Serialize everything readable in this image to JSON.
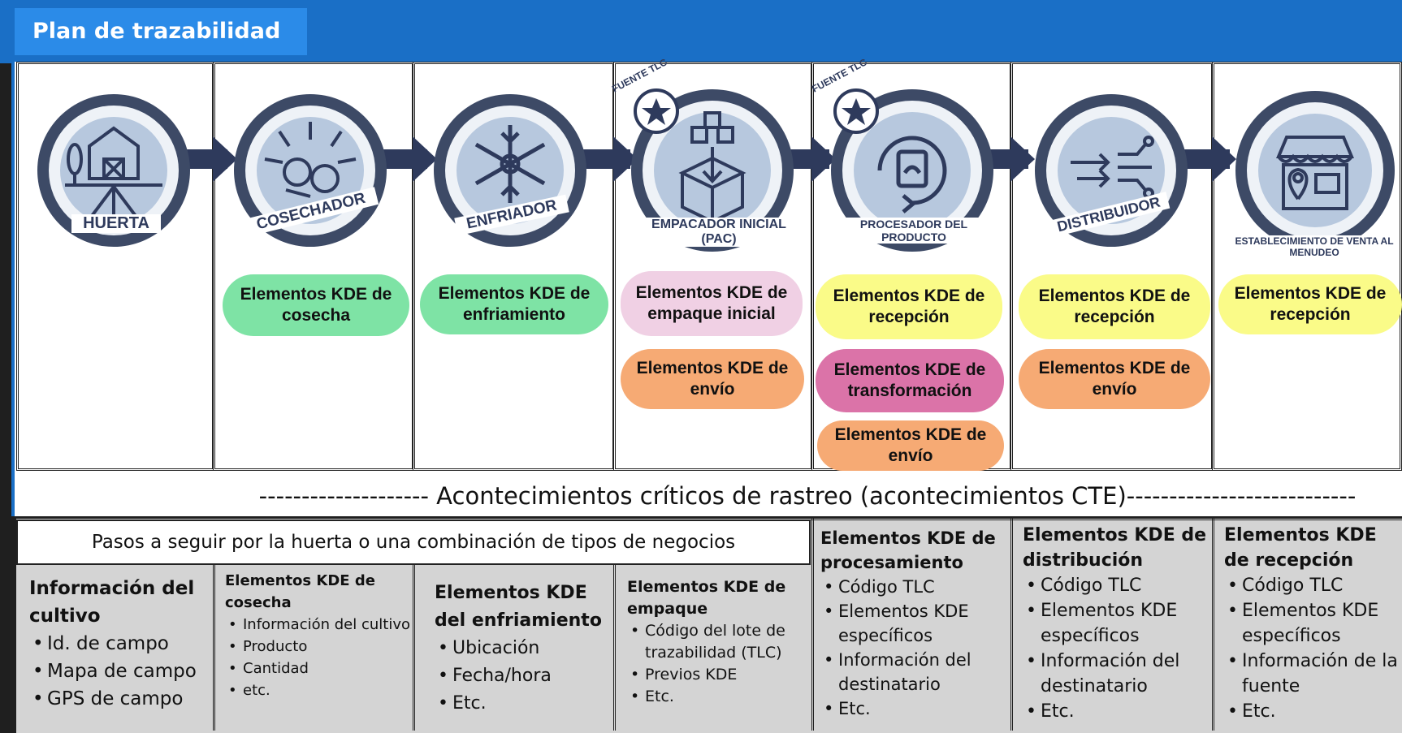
{
  "header": {
    "title": "Plan de trazabilidad"
  },
  "stages": [
    {
      "label": "HUERTA"
    },
    {
      "label": "COSECHADOR"
    },
    {
      "label": "ENFRIADOR"
    },
    {
      "label": "EMPACADOR INICIAL (PAC)",
      "badge": "FUENTE TLC"
    },
    {
      "label": "PROCESADOR DEL PRODUCTO",
      "badge": "FUENTE TLC"
    },
    {
      "label": "DISTRIBUIDOR"
    },
    {
      "label": "ESTABLECIMIENTO DE VENTA AL MENUDEO"
    }
  ],
  "kde_pills": {
    "cosecha": "Elementos KDE de cosecha",
    "enfriamiento": "Elementos KDE de enfriamiento",
    "empaque_inicial": "Elementos KDE de empaque inicial",
    "envio": "Elementos KDE de envío",
    "recepcion": "Elementos KDE de recepción",
    "transformacion": "Elementos KDE de transformación"
  },
  "cte_label": "-------------------- Acontecimientos críticos de rastreo (acontecimientos CTE)---------------------------",
  "steps_label": "Pasos a seguir por la huerta o una combinación de tipos de negocios",
  "details": [
    {
      "title": "Información del cultivo",
      "items": [
        "Id. de campo",
        "Mapa de campo",
        "GPS de campo"
      ]
    },
    {
      "title": "Elementos KDE de cosecha",
      "items": [
        "Información del cultivo",
        "Producto",
        "Cantidad",
        "etc."
      ]
    },
    {
      "title": "Elementos KDE del enfriamiento",
      "items": [
        "Ubicación",
        "Fecha/hora",
        "Etc."
      ]
    },
    {
      "title": "Elementos KDE de empaque",
      "items": [
        "Código del lote de trazabilidad (TLC)",
        "Previos KDE",
        "Etc."
      ]
    },
    {
      "title": "Elementos KDE de procesamiento",
      "items": [
        "Código TLC",
        "Elementos KDE específicos",
        "Información del destinatario",
        "Etc."
      ]
    },
    {
      "title": "Elementos KDE de distribución",
      "items": [
        "Código TLC",
        "Elementos KDE específicos",
        "Información del destinatario",
        "Etc."
      ]
    },
    {
      "title": "Elementos KDE de recepción",
      "items": [
        "Código TLC",
        "Elementos KDE específicos",
        "Información de la fuente",
        "Etc."
      ]
    }
  ],
  "colors": {
    "banner": "#1a6fc6",
    "banner_title": "#2b8be8",
    "ring": "#3d4a66",
    "green": "#7ee3a5",
    "orange": "#f6aa74",
    "yellow": "#fafb88",
    "magenta": "#db73a8",
    "pink": "#f0d0e4"
  }
}
